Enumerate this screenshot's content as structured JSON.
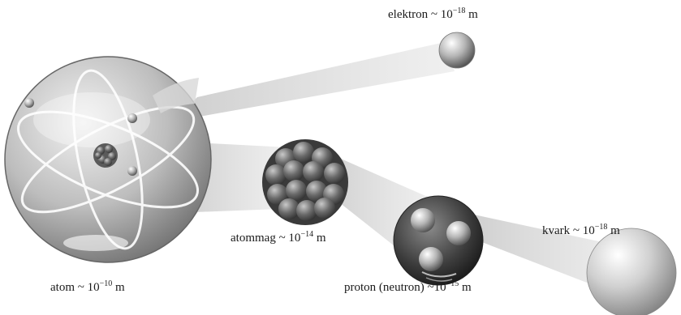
{
  "labels": {
    "elektron": {
      "name": "elektron ~ 10",
      "exp": "−18",
      "unit": " m"
    },
    "atom": {
      "name": "atom ~ 10",
      "exp": "−10",
      "unit": " m"
    },
    "nucleus": {
      "name": "atommag ~ 10",
      "exp": "−14",
      "unit": " m"
    },
    "proton": {
      "name": "proton (neutron) ~10",
      "exp": "−15",
      "unit": " m"
    },
    "kvark": {
      "name": "kvark ~ 10",
      "exp": "−18",
      "unit": " m"
    }
  },
  "colors": {
    "beam": "#d9d9d9",
    "sphere_light": "#f4f4f4",
    "sphere_dark": "#5a5a5a",
    "orbit": "#ffffff",
    "text": "#1a1a1a"
  }
}
